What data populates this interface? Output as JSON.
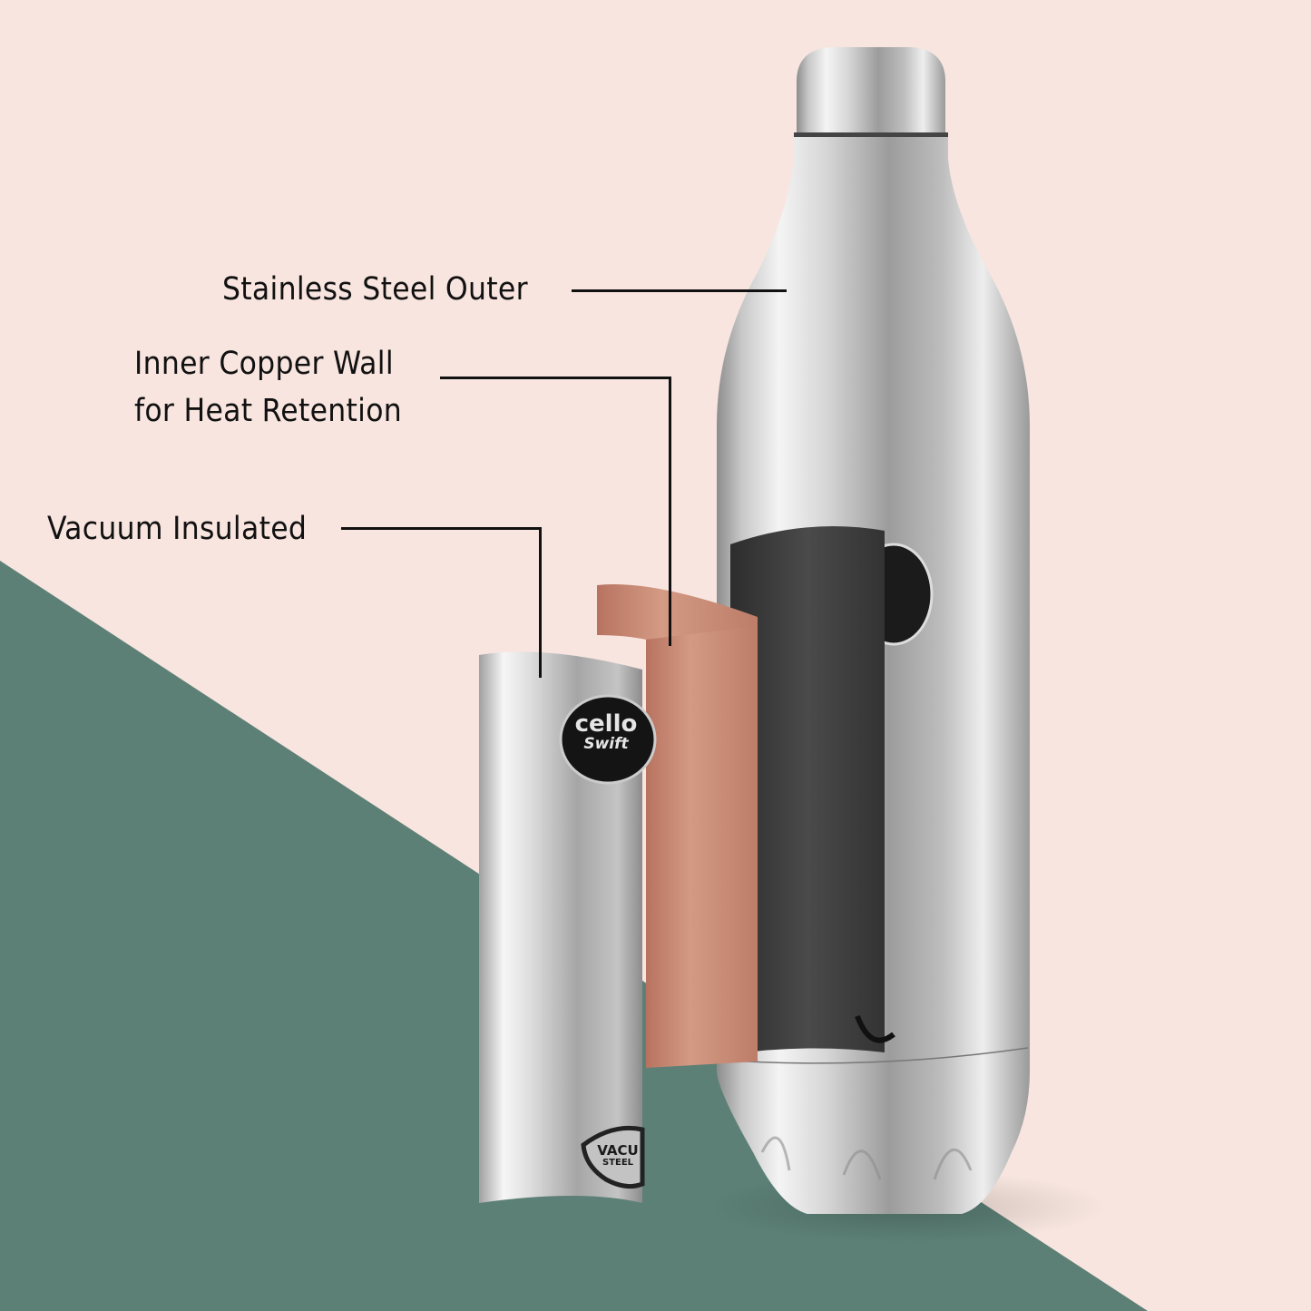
{
  "colors": {
    "background_pink": "#f8e5df",
    "background_green": "#5c8076",
    "steel_light": "#e8e8e8",
    "steel_dark": "#8a8a8a",
    "copper": "#c98a74",
    "inner_dark": "#3d3d3d",
    "line": "#111111"
  },
  "callouts": [
    {
      "label": "Stainless Steel Outer"
    },
    {
      "label_line1": "Inner Copper Wall",
      "label_line2": "for Heat Retention"
    },
    {
      "label": "Vacuum Insulated"
    }
  ],
  "product": {
    "brand_logo": {
      "line1": "cello",
      "line2": "Swift"
    },
    "badge": {
      "line1": "VACU",
      "line2": "STEEL"
    }
  }
}
